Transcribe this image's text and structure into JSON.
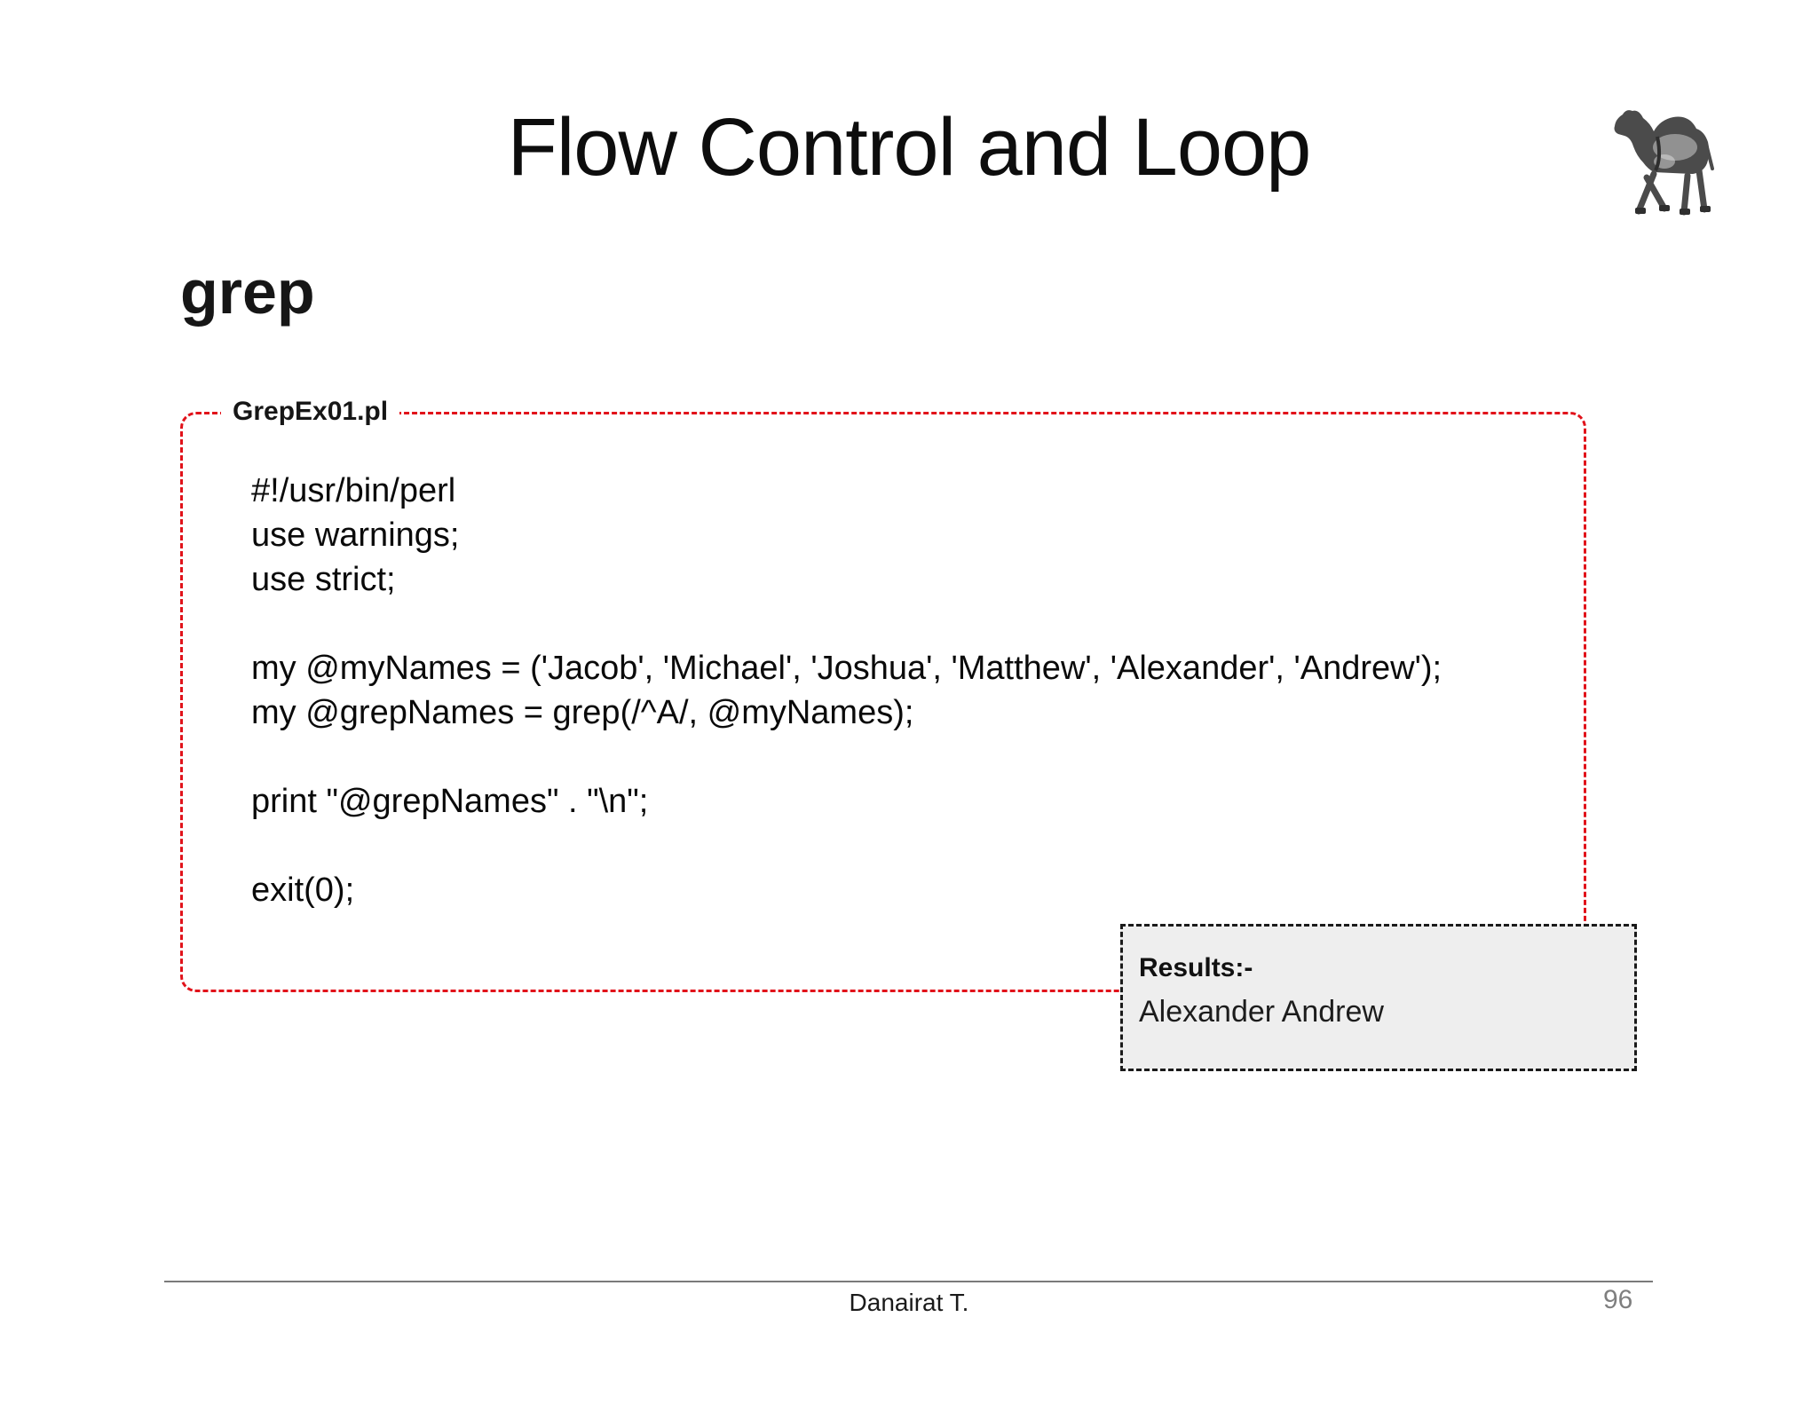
{
  "slide": {
    "title": "Flow Control and Loop",
    "heading": "grep",
    "code_box": {
      "label": "GrepEx01.pl",
      "lines": [
        "#!/usr/bin/perl",
        "use warnings;",
        "use strict;",
        "",
        "my @myNames = ('Jacob', 'Michael', 'Joshua', 'Matthew', 'Alexander', 'Andrew');",
        "my @grepNames = grep(/^A/, @myNames);",
        "",
        "print \"@grepNames\" . \"\\n\";",
        "",
        "exit(0);"
      ]
    },
    "results_box": {
      "label": "Results:-",
      "output": "Alexander Andrew"
    },
    "footer": {
      "author": "Danairat T.",
      "page_number": "96"
    },
    "icons": {
      "camel": "perl-camel-logo"
    },
    "colors": {
      "code_box_border": "#e1121a",
      "results_box_border": "#1a1a1a",
      "results_box_bg": "#eeeeee",
      "footer_line": "#7a7a7a",
      "page_number_text": "#7f7f7f",
      "body_text": "#0a0a0a"
    }
  }
}
